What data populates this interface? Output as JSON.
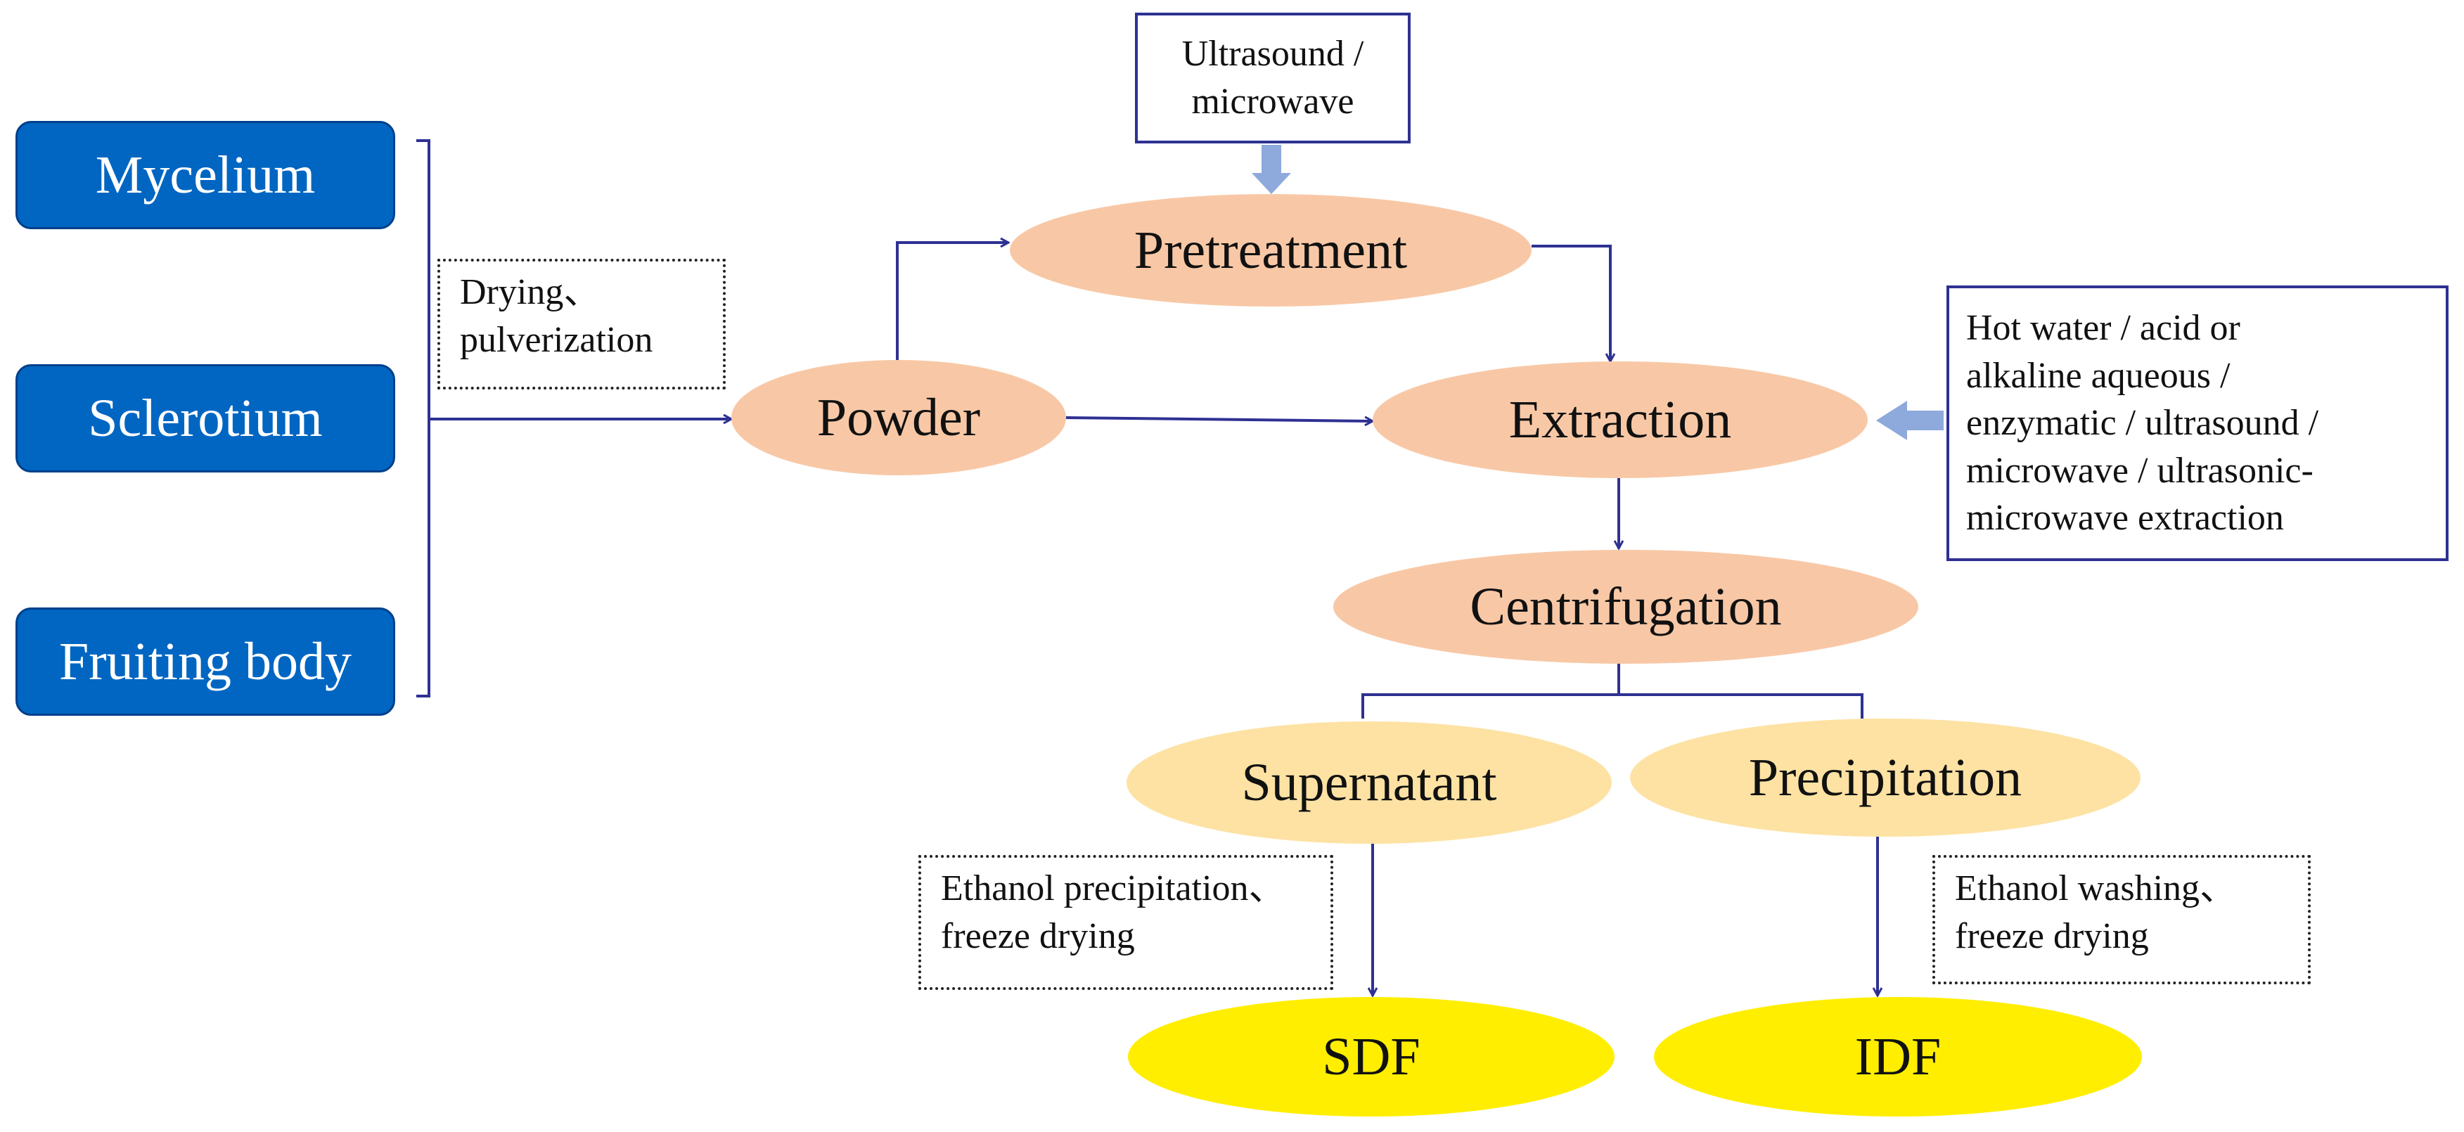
{
  "sources": {
    "mycelium": "Mycelium",
    "sclerotium": "Sclerotium",
    "fruiting_body": "Fruiting body"
  },
  "notes": {
    "drying": [
      "Drying、",
      "pulverization"
    ],
    "ultrasound": [
      "Ultrasound /",
      "microwave"
    ],
    "extraction_methods": [
      "Hot water / acid or",
      "alkaline aqueous /",
      "enzymatic / ultrasound /",
      "microwave / ultrasonic-",
      "microwave extraction"
    ],
    "ethanol_precipitation": [
      "Ethanol precipitation、",
      "freeze drying"
    ],
    "ethanol_washing": [
      "Ethanol washing、",
      "freeze drying"
    ]
  },
  "steps": {
    "powder": "Powder",
    "pretreatment": "Pretreatment",
    "extraction": "Extraction",
    "centrifugation": "Centrifugation",
    "supernatant": "Supernatant",
    "precipitation": "Precipitation",
    "sdf": "SDF",
    "idf": "IDF"
  },
  "colors": {
    "source_fill": "#0066c2",
    "step_fill": "#f8c8a6",
    "phase_fill": "#fde2a3",
    "product_fill": "#ffee00",
    "line": "#2e3192",
    "fat_arrow": "#8ea9db"
  }
}
